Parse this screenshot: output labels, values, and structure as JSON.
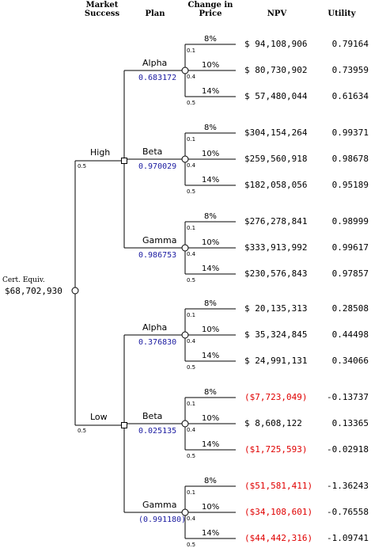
{
  "headers": {
    "market_success": "Market\nSuccess",
    "plan": "Plan",
    "change_in_price": "Change in\nPrice",
    "npv": "NPV",
    "utility": "Utility"
  },
  "root": {
    "label": "Cert. Equiv.",
    "value": "$68,702,930"
  },
  "colors": {
    "negative": "#e00000",
    "expected_utility": "#1a1aa0",
    "lines": "#000000"
  },
  "markets": [
    {
      "label": "High",
      "prob": "0.5",
      "plans": [
        {
          "name": "Alpha",
          "eu": "0.683172",
          "outcomes": [
            {
              "pct": "8%",
              "prob": "0.1",
              "npv": "$  94,108,906",
              "util": "0.79164",
              "neg": false
            },
            {
              "pct": "10%",
              "prob": "0.4",
              "npv": "$  80,730,902",
              "util": "0.73959",
              "neg": false
            },
            {
              "pct": "14%",
              "prob": "0.5",
              "npv": "$  57,480,044",
              "util": "0.61634",
              "neg": false
            }
          ]
        },
        {
          "name": "Beta",
          "eu": "0.970029",
          "outcomes": [
            {
              "pct": "8%",
              "prob": "0.1",
              "npv": "$304,154,264",
              "util": "0.99371",
              "neg": false
            },
            {
              "pct": "10%",
              "prob": "0.4",
              "npv": "$259,560,918",
              "util": "0.98678",
              "neg": false
            },
            {
              "pct": "14%",
              "prob": "0.5",
              "npv": "$182,058,056",
              "util": "0.95189",
              "neg": false
            }
          ]
        },
        {
          "name": "Gamma",
          "eu": "0.986753",
          "outcomes": [
            {
              "pct": "8%",
              "prob": "0.1",
              "npv": "$276,278,841",
              "util": "0.98999",
              "neg": false
            },
            {
              "pct": "10%",
              "prob": "0.4",
              "npv": "$333,913,992",
              "util": "0.99617",
              "neg": false
            },
            {
              "pct": "14%",
              "prob": "0.5",
              "npv": "$230,576,843",
              "util": "0.97857",
              "neg": false
            }
          ]
        }
      ]
    },
    {
      "label": "Low",
      "prob": "0.5",
      "plans": [
        {
          "name": "Alpha",
          "eu": "0.376830",
          "outcomes": [
            {
              "pct": "8%",
              "prob": "0.1",
              "npv": "$  20,135,313",
              "util": "0.28508",
              "neg": false
            },
            {
              "pct": "10%",
              "prob": "0.4",
              "npv": "$  35,324,845",
              "util": "0.44498",
              "neg": false
            },
            {
              "pct": "14%",
              "prob": "0.5",
              "npv": "$  24,991,131",
              "util": "0.34066",
              "neg": false
            }
          ]
        },
        {
          "name": "Beta",
          "eu": "0.025135",
          "outcomes": [
            {
              "pct": "8%",
              "prob": "0.1",
              "npv": "($7,723,049)",
              "util": "-0.13737",
              "neg": true
            },
            {
              "pct": "10%",
              "prob": "0.4",
              "npv": "$   8,608,122",
              "util": "0.13365",
              "neg": false
            },
            {
              "pct": "14%",
              "prob": "0.5",
              "npv": "($1,725,593)",
              "util": "-0.02918",
              "neg": true
            }
          ]
        },
        {
          "name": "Gamma",
          "eu": "(0.991180)",
          "outcomes": [
            {
              "pct": "8%",
              "prob": "0.1",
              "npv": "($51,581,411)",
              "util": "-1.36243",
              "neg": true
            },
            {
              "pct": "10%",
              "prob": "0.4",
              "npv": "($34,108,601)",
              "util": "-0.76558",
              "neg": true
            },
            {
              "pct": "14%",
              "prob": "0.5",
              "npv": "($44,442,316)",
              "util": "-1.09741",
              "neg": true
            }
          ]
        }
      ]
    }
  ]
}
